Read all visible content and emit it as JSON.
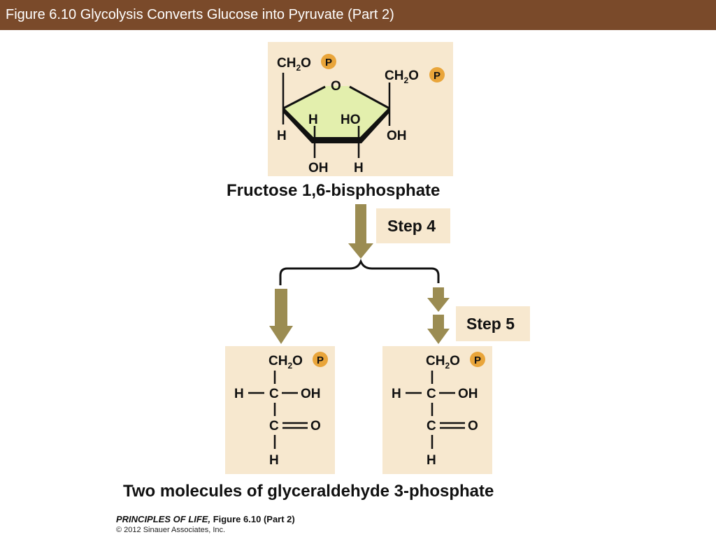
{
  "slide_title": "Figure 6.10  Glycolysis Converts Glucose into Pyruvate (Part 2)",
  "colors": {
    "title_bar": "#7a4a2a",
    "panel_bg": "#f7e8cf",
    "ring_fill": "#e3efad",
    "arrow": "#9b8c52",
    "phosphate": "#e9a53a"
  },
  "fructose": {
    "ring_o": "O",
    "top_left_group": "CH",
    "top_left_sub": "2",
    "top_left_o": "O",
    "top_right_group": "CH",
    "top_right_sub": "2",
    "top_right_o": "O",
    "phosphate": "P",
    "c5_h": "H",
    "c4_h": "H",
    "c3_ho": "HO",
    "c2_oh": "OH",
    "c4_oh": "OH",
    "c3_h": "H",
    "name": "Fructose 1,6-bisphosphate"
  },
  "steps": {
    "step4": "Step 4",
    "step5": "Step 5"
  },
  "products": {
    "ch": "CH",
    "sub": "2",
    "o_link": "O",
    "phosphate": "P",
    "h_left": "H",
    "c_label": "C",
    "oh": "OH",
    "carbonyl_c": "C",
    "carbonyl_o": "O",
    "bottom_h": "H",
    "name": "Two molecules of glyceraldehyde 3-phosphate"
  },
  "footer": {
    "book": "PRINCIPLES OF LIFE,",
    "figure": " Figure 6.10 (Part 2)",
    "copyright": "© 2012 Sinauer Associates, Inc."
  }
}
